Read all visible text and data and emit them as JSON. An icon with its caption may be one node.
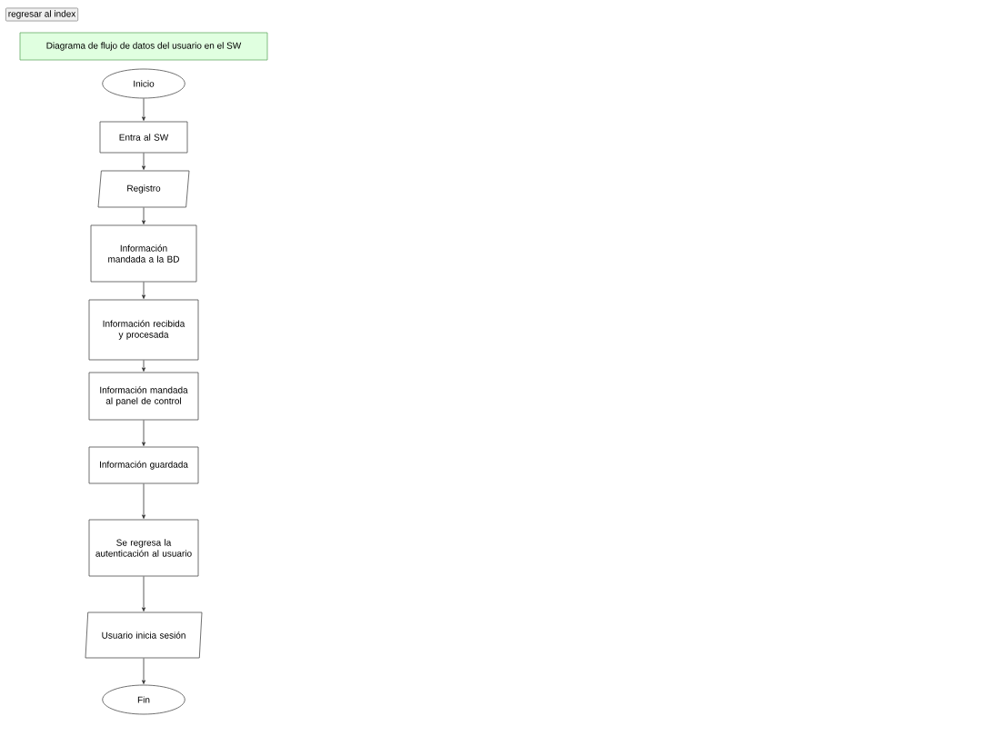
{
  "diagram": {
    "title": "Diagrama de flujo de datos del usuario en el SW",
    "nodes": [
      {
        "text": [
          "Inicio"
        ]
      },
      {
        "text": [
          "Entra al SW"
        ]
      },
      {
        "text": [
          "Registro"
        ]
      },
      {
        "text": [
          "Información mandada a la BD"
        ]
      },
      {
        "text": [
          "Información recibida y procesada"
        ]
      },
      {
        "text": [
          "Información mandada al panel de control"
        ]
      },
      {
        "text": [
          "Información guardada"
        ]
      },
      {
        "text": [
          "Se regresa la autenticación al usuario"
        ]
      },
      {
        "text": [
          "Usuario inicia sesión"
        ]
      },
      {
        "text": [
          "Fin"
        ]
      }
    ],
    "edges": [
      {
        "from": 0,
        "to": 1,
        "arrow": "to"
      },
      {
        "from": 1,
        "to": 2,
        "arrow": "to"
      },
      {
        "from": 2,
        "to": 3,
        "arrow": "to"
      },
      {
        "from": 3,
        "to": 4,
        "arrow": "to"
      },
      {
        "from": 4,
        "to": 5,
        "arrow": "to"
      },
      {
        "from": 5,
        "to": 6,
        "arrow": "to"
      },
      {
        "from": 6,
        "to": 7,
        "arrow": "to"
      },
      {
        "from": 7,
        "to": 8,
        "arrow": "to"
      },
      {
        "from": 8,
        "to": 9,
        "arrow": "to"
      }
    ],
    "labels": [
      "regresar al index"
    ]
  }
}
